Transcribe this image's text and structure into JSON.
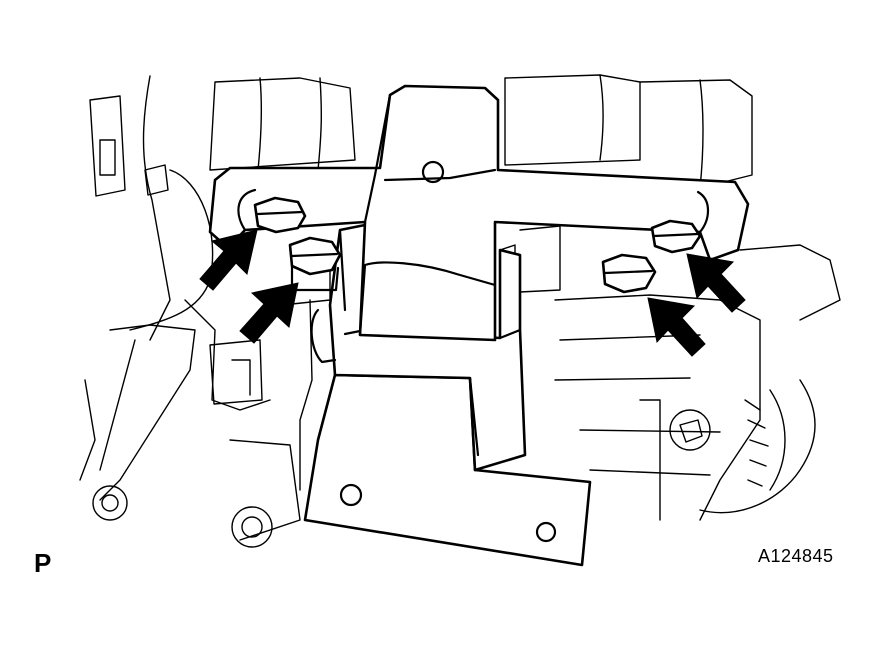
{
  "view_label": "P",
  "figure_code": "A124845",
  "arrows": [
    {
      "direction": "up-right"
    },
    {
      "direction": "up-right"
    },
    {
      "direction": "up-left"
    },
    {
      "direction": "up-left"
    }
  ]
}
